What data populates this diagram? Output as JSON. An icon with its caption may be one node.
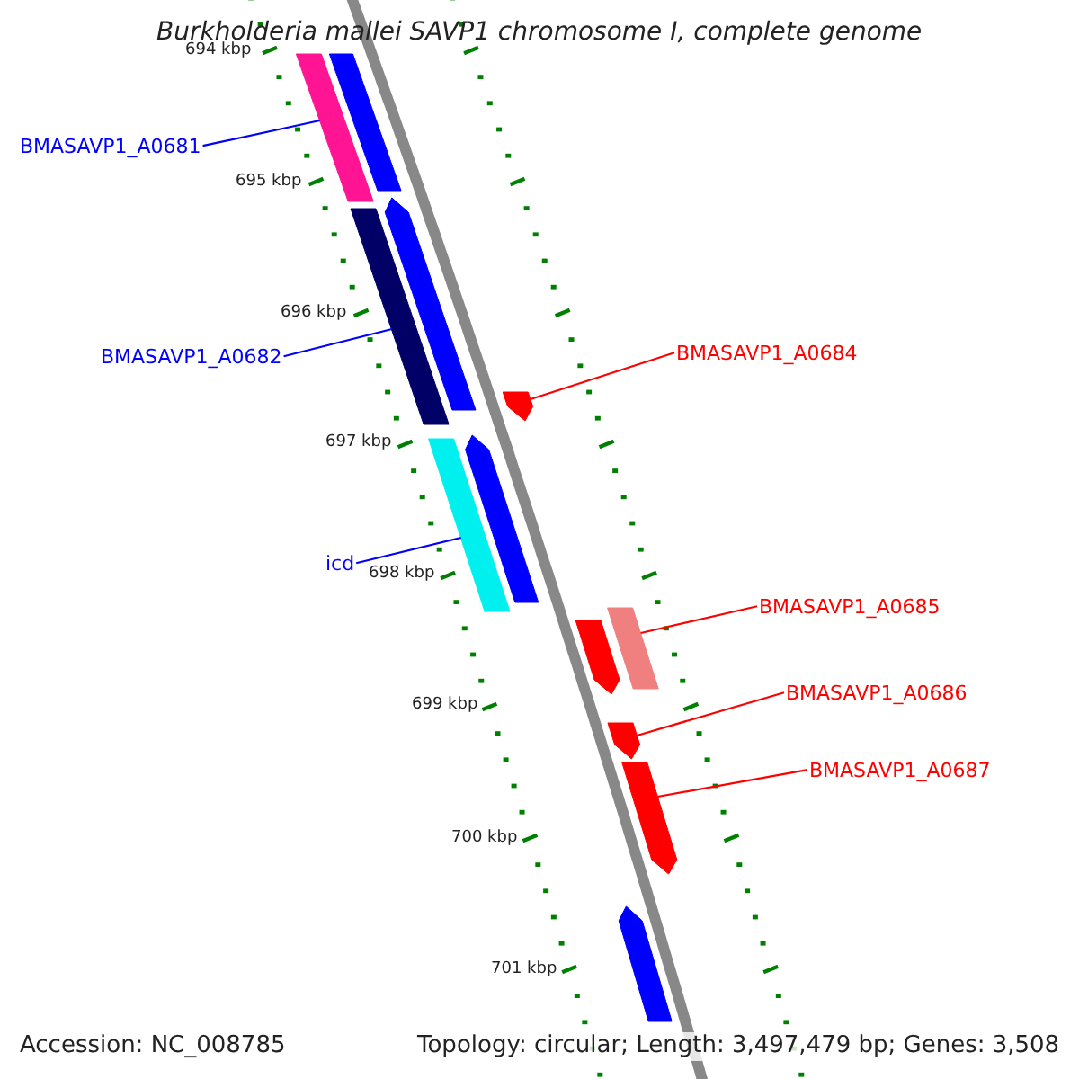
{
  "diagram": {
    "title": "Burkholderia mallei SAVP1 chromosome I, complete genome",
    "nodes": [
      {
        "text": [
          "BMASAVP1_A0681"
        ]
      },
      {
        "text": [],
        "shape": "bar"
      },
      {
        "text": [
          "BMASAVP1_A0682"
        ]
      },
      {
        "text": [],
        "shape": "bar"
      },
      {
        "text": [
          "icd"
        ]
      },
      {
        "text": [],
        "shape": "bar"
      },
      {
        "text": [
          "BMASAVP1_A0684"
        ]
      },
      {
        "text": [],
        "shape": "arrow"
      },
      {
        "text": [
          "BMASAVP1_A0685"
        ]
      },
      {
        "text": [],
        "shape": "bar"
      },
      {
        "text": [
          "BMASAVP1_A0686"
        ]
      },
      {
        "text": [],
        "shape": "arrow"
      },
      {
        "text": [
          "BMASAVP1_A0687"
        ]
      },
      {
        "text": [],
        "shape": "arrow"
      },
      {
        "text": [],
        "shape": "bar"
      },
      {
        "text": [],
        "shape": "arrow"
      },
      {
        "text": [],
        "shape": "arrow"
      },
      {
        "text": [],
        "shape": "arrow"
      },
      {
        "text": [],
        "shape": "arrow"
      }
    ],
    "edges": [
      {
        "from": 0,
        "to": 1,
        "arrow": "none",
        "color": "#0000ff"
      },
      {
        "from": 2,
        "to": 3,
        "arrow": "none",
        "color": "#0000ff"
      },
      {
        "from": 4,
        "to": 5,
        "arrow": "none",
        "color": "#0000ff"
      },
      {
        "from": 6,
        "to": 7,
        "arrow": "none"
      },
      {
        "from": 8,
        "to": 9,
        "arrow": "none"
      },
      {
        "from": 10,
        "to": 11,
        "arrow": "none"
      },
      {
        "from": 12,
        "to": 13,
        "arrow": "none"
      }
    ],
    "labels": [
      "694 kbp",
      "695 kbp",
      "696 kbp",
      "697 kbp",
      "698 kbp",
      "699 kbp",
      "700 kbp",
      "701 kbp",
      "Accession: NC_008785",
      "Topology: circular; Length: 3,497,479 bp; Genes: 3,508"
    ]
  }
}
